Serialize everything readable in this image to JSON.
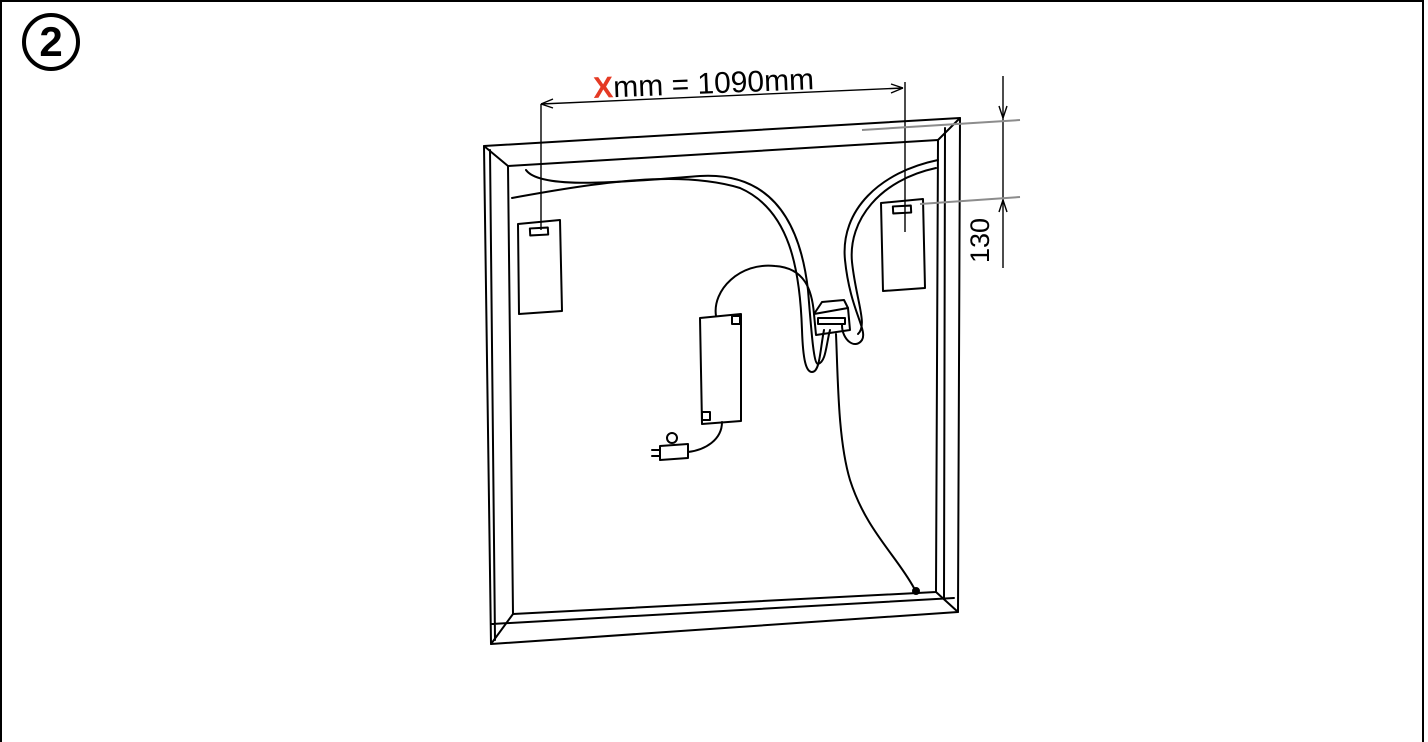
{
  "step": {
    "number": "2"
  },
  "dimensions": {
    "width": {
      "variable": "X",
      "text": "mm = 1090mm"
    },
    "hanger_offset": {
      "text": "130"
    }
  },
  "colors": {
    "variable_accent": "#e53a24",
    "line": "#000000",
    "guide": "#8c8c8c"
  }
}
